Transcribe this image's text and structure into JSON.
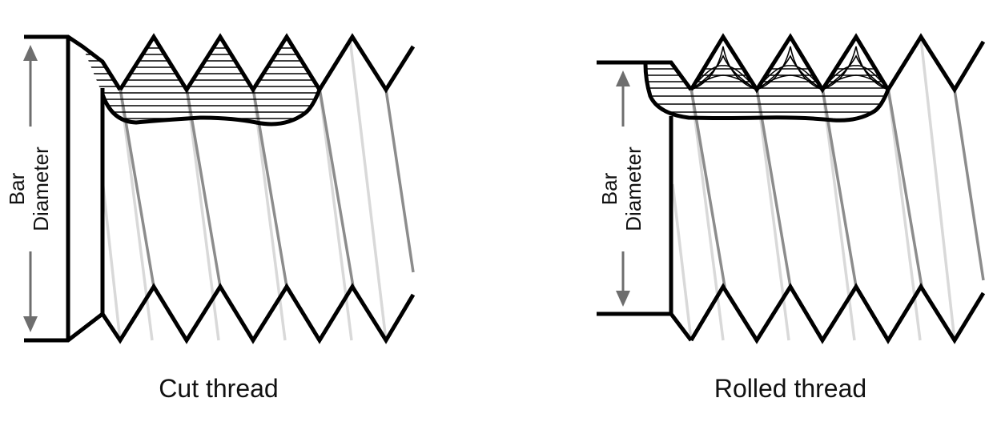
{
  "diagrams": [
    {
      "id": "cut",
      "caption": "Cut thread",
      "dimension_label_line1": "Bar",
      "dimension_label_line2": "Diameter"
    },
    {
      "id": "rolled",
      "caption": "Rolled thread",
      "dimension_label_line1": "Bar",
      "dimension_label_line2": "Diameter"
    }
  ],
  "colors": {
    "outline": "#000000",
    "helix_dark": "#8c8c8c",
    "helix_light": "#d9d9d9",
    "arrow": "#6e6e6e"
  }
}
